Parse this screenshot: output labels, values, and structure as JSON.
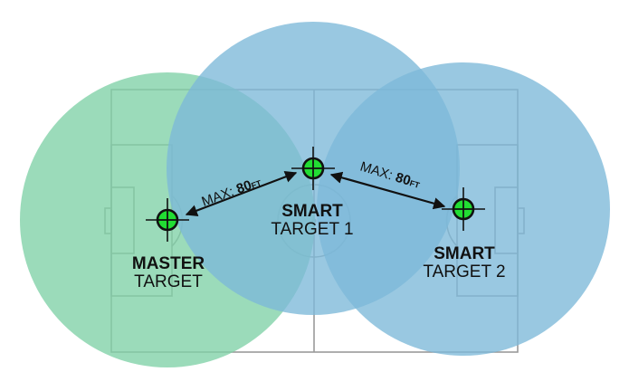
{
  "colors": {
    "master_range": "#7fd1a7",
    "smart_range": "#7cb9d8",
    "field_lines": "#9a9a9a",
    "target_fill": "#22dd33",
    "target_ring": "#111111",
    "text": "#111111"
  },
  "targets": {
    "master": {
      "line1": "MASTER",
      "line2": "TARGET",
      "icon": "crosshair-icon"
    },
    "smart1": {
      "line1": "SMART",
      "line2": "TARGET 1",
      "icon": "crosshair-icon"
    },
    "smart2": {
      "line1": "SMART",
      "line2": "TARGET 2",
      "icon": "crosshair-icon"
    }
  },
  "distances": [
    {
      "prefix": "MAX: ",
      "value": "80",
      "unit": "FT"
    },
    {
      "prefix": "MAX: ",
      "value": "80",
      "unit": "FT"
    }
  ]
}
